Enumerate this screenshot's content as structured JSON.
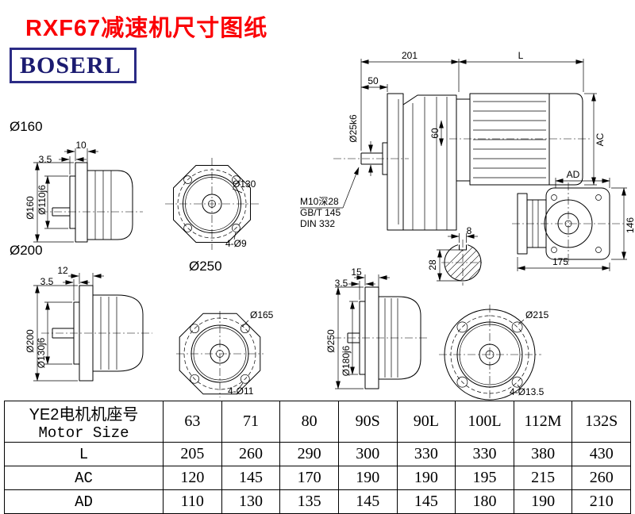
{
  "page": {
    "title": "RXF67减速机尺寸图纸",
    "brand": "BOSERL"
  },
  "notes": {
    "tap": "M10深28",
    "std1": "GB/T 145",
    "std2": "DIN 332"
  },
  "main_view": {
    "dim_201": "201",
    "dim_L": "L",
    "dim_50": "50",
    "dim_shaft": "Ø25k6",
    "dim_60": "60",
    "dim_AC": "AC"
  },
  "shaft_section": {
    "dim_8": "8",
    "dim_28": "28"
  },
  "motor_view": {
    "dim_AD": "AD",
    "dim_146": "146",
    "dim_175": "175"
  },
  "flange160_view": {
    "label": "Ø160",
    "dim_10": "10",
    "dim_35": "3.5",
    "dim_od": "Ø160",
    "dim_spigot": "Ø110j6"
  },
  "front130_view": {
    "dim_bolt_circle": "Ø130",
    "dim_holes": "4-Ø9"
  },
  "flange200_view": {
    "label": "Ø200",
    "dim_12": "12",
    "dim_35": "3.5",
    "dim_od": "Ø200",
    "dim_spigot": "Ø130j6"
  },
  "front165_view": {
    "label": "Ø250",
    "dim_bolt_circle": "Ø165",
    "dim_holes": "4-Ø11"
  },
  "flange250_view": {
    "dim_15": "15",
    "dim_35": "3.5",
    "dim_od": "Ø250",
    "dim_spigot": "Ø180j6"
  },
  "front215_view": {
    "dim_bolt_circle": "Ø215",
    "dim_holes": "4-Ø13.5"
  },
  "table": {
    "row_header": {
      "line1": "YE2电机机座号",
      "line2": "Motor Size"
    },
    "sizes": [
      "63",
      "71",
      "80",
      "90S",
      "90L",
      "100L",
      "112M",
      "132S"
    ],
    "rows": [
      {
        "label": "L",
        "values": [
          "205",
          "260",
          "290",
          "300",
          "330",
          "330",
          "380",
          "430"
        ]
      },
      {
        "label": "AC",
        "values": [
          "120",
          "145",
          "170",
          "190",
          "190",
          "195",
          "215",
          "260"
        ]
      },
      {
        "label": "AD",
        "values": [
          "110",
          "130",
          "135",
          "145",
          "145",
          "180",
          "190",
          "210"
        ]
      }
    ]
  }
}
